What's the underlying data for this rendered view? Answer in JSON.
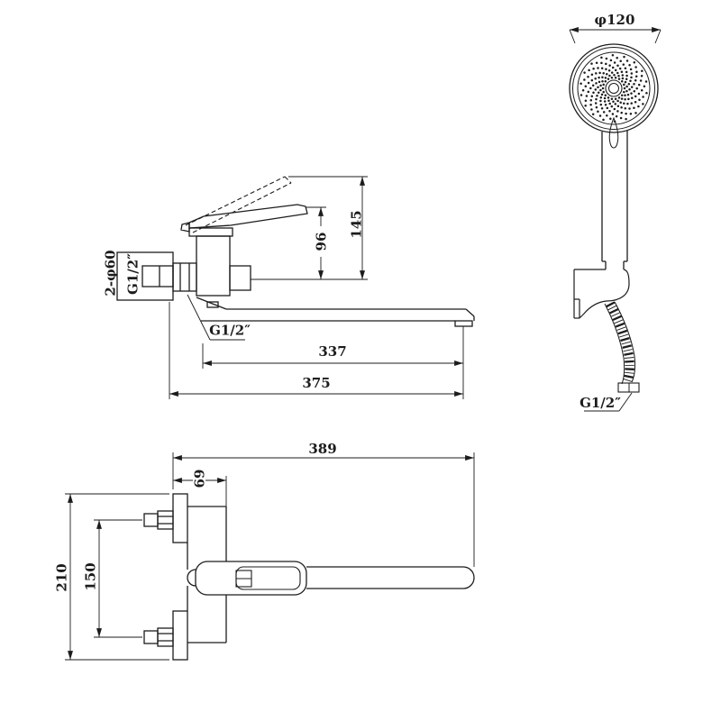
{
  "drawing": {
    "colors": {
      "line": "#1c1c1c",
      "background": "#ffffff"
    },
    "side_view": {
      "height_total": "145",
      "height_to_handle": "96",
      "mount_holes": "2-φ60",
      "inlet_thread": "G1/2″",
      "spout_thread": "G1/2″",
      "spout_reach": "337",
      "total_reach": "375"
    },
    "hand_shower": {
      "head_diameter": "φ120",
      "hose_thread": "G1/2″"
    },
    "top_view": {
      "overall_length": "389",
      "body_depth": "69",
      "inlet_centers": "150",
      "overall_width": "210"
    }
  }
}
